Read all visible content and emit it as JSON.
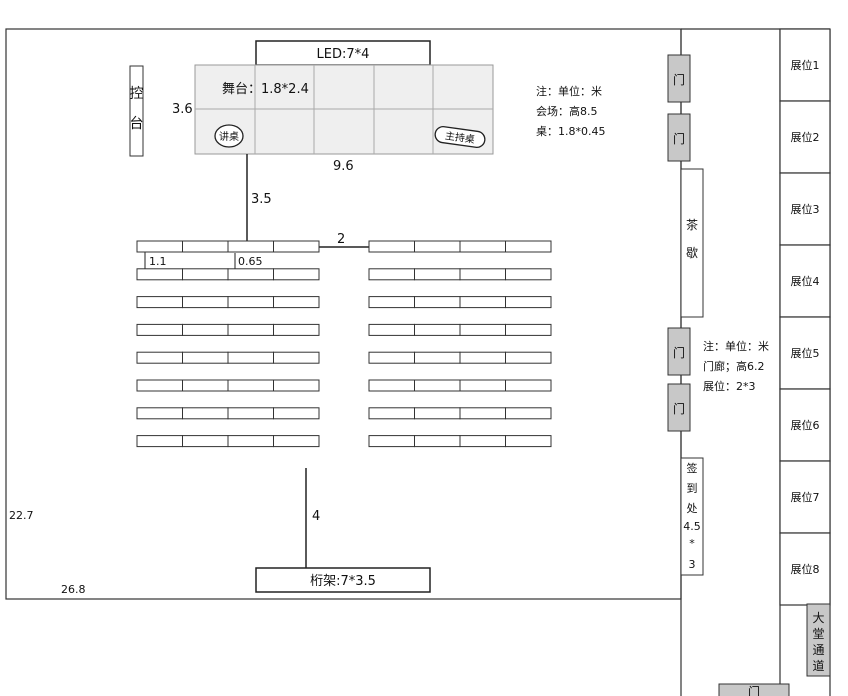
{
  "hall": {
    "led_label": "LED:7*4",
    "truss_label": "桁架:7*3.5",
    "control_chars": [
      "控",
      "台"
    ],
    "dim_height": "22.7",
    "dim_width": "26.8"
  },
  "stage": {
    "label": "舞台：1.8*2.4",
    "height_label": "3.6",
    "width_label": "9.6",
    "lectern_label": "讲桌",
    "host_desk_label": "主持桌"
  },
  "dimensions": {
    "stage_to_seats": "3.5",
    "aisle_width": "2",
    "row_spacing": "1.1",
    "desk_depth": "0.65",
    "seats_to_truss": "4"
  },
  "notes_hall": {
    "line1": "注：单位：米",
    "line2": "会场：高8.5",
    "line3": "桌：1.8*0.45"
  },
  "notes_corridor": {
    "line1": "注：单位：米",
    "line2": "门廊；高6.2",
    "line3": "展位：2*3"
  },
  "corridor": {
    "door_label": "门",
    "tea_chars": [
      "茶",
      "歇"
    ],
    "signin_chars": [
      "签",
      "到",
      "处",
      "4.5",
      "*",
      "3"
    ],
    "lobby_chars": [
      "大",
      "堂",
      "通",
      "道"
    ]
  },
  "booths": [
    "展位1",
    "展位2",
    "展位3",
    "展位4",
    "展位5",
    "展位6",
    "展位7",
    "展位8"
  ]
}
